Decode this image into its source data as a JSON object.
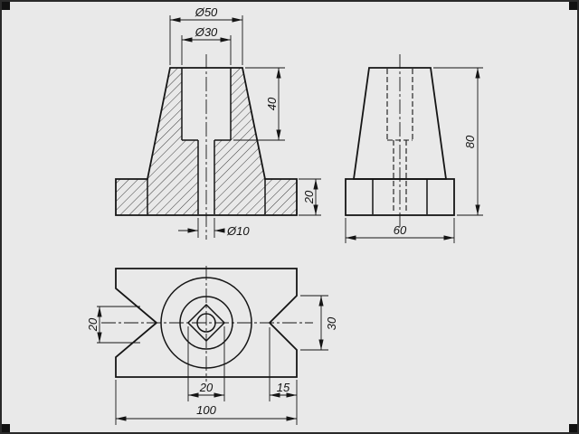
{
  "colors": {
    "background": "#e9e9e9",
    "line": "#151515"
  },
  "front_view": {
    "dims": {
      "d50": "Ø50",
      "d30": "Ø30",
      "depth40": "40",
      "flange20": "20",
      "d10": "Ø10"
    }
  },
  "side_view": {
    "dims": {
      "h80": "80",
      "w60": "60"
    }
  },
  "top_view": {
    "dims": {
      "left20": "20",
      "right30": "30",
      "sq20": "20",
      "off15": "15",
      "w100": "100"
    }
  }
}
